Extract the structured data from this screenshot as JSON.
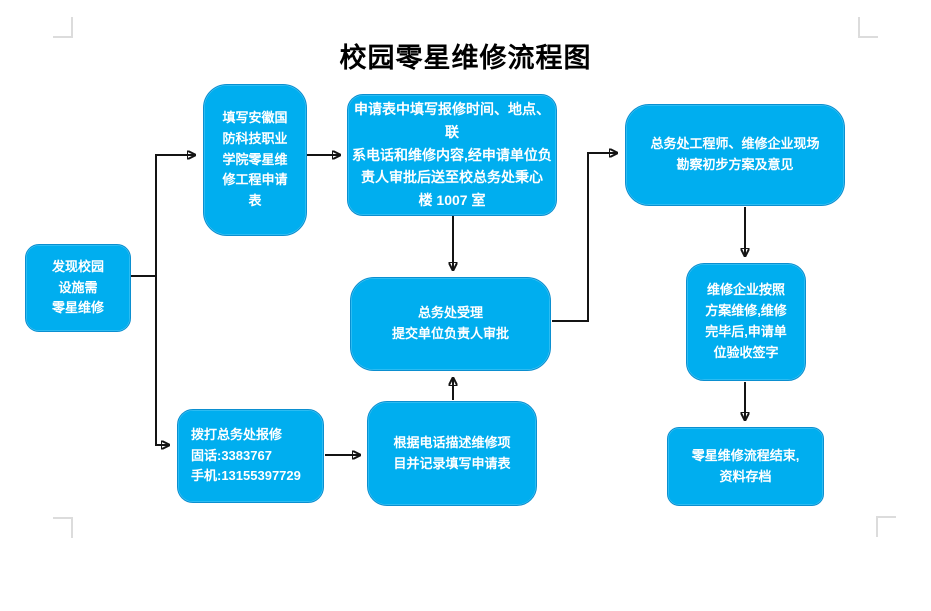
{
  "page": {
    "title": "校园零星维修流程图"
  },
  "colors": {
    "node-fill": "#00AEEF",
    "node-border": "#0b8fd0",
    "node-text": "#ffffff",
    "arrow-color": "#141414",
    "mark-color": "#dcdcdc",
    "title-color": "#000000"
  },
  "flowchart": {
    "nodes": [
      {
        "id": "discover",
        "text": "发现校园\n设施需\n零星维修"
      },
      {
        "id": "fill_form",
        "text": "填写安徽国\n防科技职业\n学院零星维\n修工程申请\n表"
      },
      {
        "id": "form_details",
        "text": "申请表中填写报修时间、地点、联\n系电话和维修内容,经申请单位负\n责人审批后送至校总务处秉心\n楼 1007 室"
      },
      {
        "id": "site_survey",
        "text": "总务处工程师、维修企业现场\n勘察初步方案及意见"
      },
      {
        "id": "accept_review",
        "text": "总务处受理\n提交单位负责人审批"
      },
      {
        "id": "repair_acceptance",
        "text": "维修企业按照\n方案维修,维修\n完毕后,申请单\n位验收签字"
      },
      {
        "id": "phone_report",
        "text": "拨打总务处报修\n固话:3383767\n手机:13155397729"
      },
      {
        "id": "record_form",
        "text": "根据电话描述维修项\n目并记录填写申请表"
      },
      {
        "id": "archive",
        "text": "零星维修流程结束,\n资料存档"
      }
    ],
    "edges": [
      {
        "from": "discover",
        "to": "fill_form"
      },
      {
        "from": "discover",
        "to": "phone_report"
      },
      {
        "from": "fill_form",
        "to": "form_details"
      },
      {
        "from": "form_details",
        "to": "accept_review"
      },
      {
        "from": "phone_report",
        "to": "record_form"
      },
      {
        "from": "record_form",
        "to": "accept_review"
      },
      {
        "from": "accept_review",
        "to": "site_survey"
      },
      {
        "from": "site_survey",
        "to": "repair_acceptance"
      },
      {
        "from": "repair_acceptance",
        "to": "archive"
      }
    ]
  }
}
